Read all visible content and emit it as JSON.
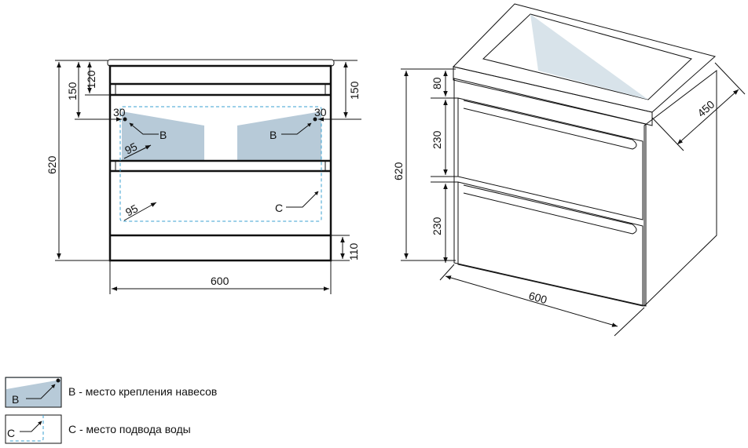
{
  "front_view": {
    "dim_total_height": "620",
    "dim_top_150": "150",
    "dim_top_120": "120",
    "dim_right_150": "150",
    "dim_bottom_110": "110",
    "dim_width": "600",
    "dim_left_30": "30",
    "dim_right_30": "30",
    "mark_b_left": "B",
    "mark_b_right": "B",
    "mark_c": "C",
    "dim_95_upper": "95",
    "dim_95_lower": "95"
  },
  "iso_view": {
    "dim_total_height": "620",
    "dim_top_80": "80",
    "dim_drawer_1": "230",
    "dim_drawer_2": "230",
    "dim_depth": "450",
    "dim_width": "600"
  },
  "legend": {
    "b_symbol": "B",
    "b_text": "B - место крепления навесов",
    "c_symbol": "C",
    "c_text": "C - место подвода воды"
  },
  "colors": {
    "fill": "#b7cad8",
    "dashed": "#3aa0d0",
    "line": "#111111"
  }
}
